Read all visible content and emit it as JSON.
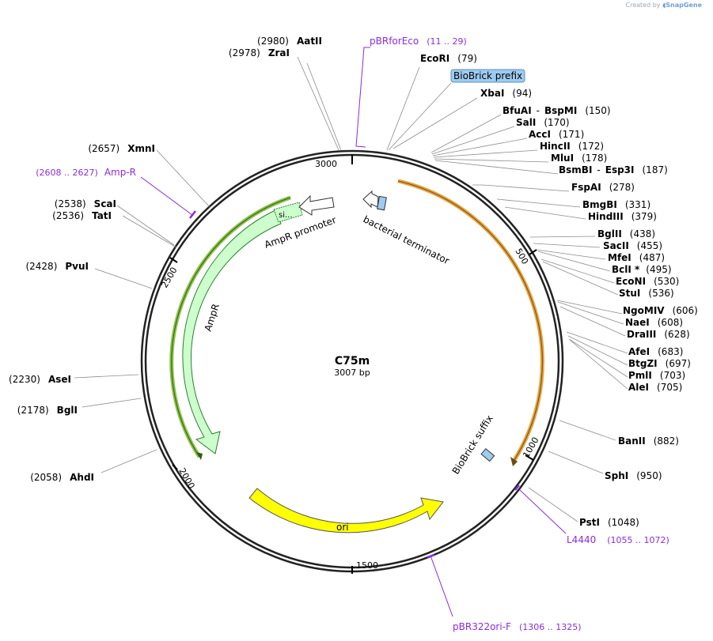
{
  "credit": {
    "prefix": "Created by",
    "brand": "SnapGene"
  },
  "plasmid": {
    "name": "C75m",
    "length": "3007 bp"
  },
  "ticks": [
    "500",
    "1000",
    "1500",
    "2000",
    "2500",
    "3000"
  ],
  "enzymes_right": [
    {
      "name": "EcoRI",
      "pos": "(79)"
    },
    {
      "name": "XbaI",
      "pos": "(94)"
    },
    {
      "name": "BfuAI",
      "sep": "-",
      "name2": "BspMI",
      "pos": "(150)"
    },
    {
      "name": "SalI",
      "pos": "(170)"
    },
    {
      "name": "AccI",
      "pos": "(171)"
    },
    {
      "name": "HincII",
      "pos": "(172)"
    },
    {
      "name": "MluI",
      "pos": "(178)"
    },
    {
      "name": "BsmBI",
      "sep": "-",
      "name2": "Esp3I",
      "pos": "(187)"
    },
    {
      "name": "FspAI",
      "pos": "(278)"
    },
    {
      "name": "BmgBI",
      "pos": "(331)"
    },
    {
      "name": "HindIII",
      "pos": "(379)"
    },
    {
      "name": "BglII",
      "pos": "(438)"
    },
    {
      "name": "SacII",
      "pos": "(455)"
    },
    {
      "name": "MfeI",
      "pos": "(487)"
    },
    {
      "name": "BclI *",
      "pos": "(495)"
    },
    {
      "name": "EcoNI",
      "pos": "(530)"
    },
    {
      "name": "StuI",
      "pos": "(536)"
    },
    {
      "name": "NgoMIV",
      "pos": "(606)"
    },
    {
      "name": "NaeI",
      "pos": "(608)"
    },
    {
      "name": "DraIII",
      "pos": "(628)"
    },
    {
      "name": "AfeI",
      "pos": "(683)"
    },
    {
      "name": "BtgZI",
      "pos": "(697)"
    },
    {
      "name": "PmlI",
      "pos": "(703)"
    },
    {
      "name": "AleI",
      "pos": "(705)"
    },
    {
      "name": "BanII",
      "pos": "(882)"
    },
    {
      "name": "SphI",
      "pos": "(950)"
    },
    {
      "name": "PstI",
      "pos": "(1048)"
    }
  ],
  "enzymes_left": [
    {
      "name": "AatII",
      "pos": "(2980)"
    },
    {
      "name": "ZraI",
      "pos": "(2978)"
    },
    {
      "name": "XmnI",
      "pos": "(2657)"
    },
    {
      "name": "ScaI",
      "pos": "(2538)"
    },
    {
      "name": "TatI",
      "pos": "(2536)"
    },
    {
      "name": "PvuI",
      "pos": "(2428)"
    },
    {
      "name": "AseI",
      "pos": "(2230)"
    },
    {
      "name": "BglI",
      "pos": "(2178)"
    },
    {
      "name": "AhdI",
      "pos": "(2058)"
    }
  ],
  "primers": [
    {
      "name": "pBRforEco",
      "range": "(11 .. 29)"
    },
    {
      "name": "Amp-R",
      "range": "(2608 .. 2627)"
    },
    {
      "name": "L4440",
      "range": "(1055 .. 1072)"
    },
    {
      "name": "pBR322ori-F",
      "range": "(1306 .. 1325)"
    }
  ],
  "features": {
    "biobrick_prefix": "BioBrick prefix",
    "biobrick_suffix": "BioBrick suffix",
    "bacterial_terminator": "bacterial terminator",
    "ampr_promoter": "AmpR promoter",
    "ampr": "AmpR",
    "si": "si...",
    "ori": "ori"
  },
  "colors": {
    "ampr_fill": "#ccffcc",
    "ampr_stroke": "#2e7d32",
    "ori_fill": "#ffff00",
    "terminator_fill": "#9ecbf0",
    "arc_orange": "#e8a33c",
    "arc_green": "#8bc34a",
    "primer": "#8a2be2"
  }
}
